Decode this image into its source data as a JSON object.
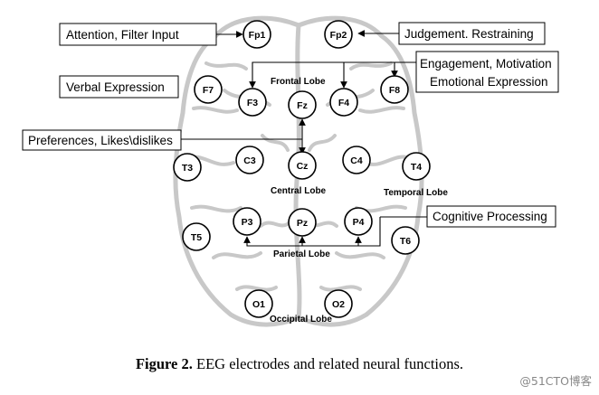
{
  "electrodes": [
    {
      "id": "Fp1"
    },
    {
      "id": "Fp2"
    },
    {
      "id": "F7"
    },
    {
      "id": "F3"
    },
    {
      "id": "Fz"
    },
    {
      "id": "F4"
    },
    {
      "id": "F8"
    },
    {
      "id": "T3"
    },
    {
      "id": "C3"
    },
    {
      "id": "Cz"
    },
    {
      "id": "C4"
    },
    {
      "id": "T4"
    },
    {
      "id": "T5"
    },
    {
      "id": "P3"
    },
    {
      "id": "Pz"
    },
    {
      "id": "P4"
    },
    {
      "id": "T6"
    },
    {
      "id": "O1"
    },
    {
      "id": "O2"
    }
  ],
  "lobes": {
    "frontal": "Frontal Lobe",
    "central": "Central Lobe",
    "temporal": "Temporal Lobe",
    "parietal": "Parietal Lobe",
    "occipital": "Occipital Lobe"
  },
  "functions": {
    "attention": "Attention, Filter Input",
    "judgement": "Judgement. Restraining",
    "engagement_line1": "Engagement, Motivation",
    "engagement_line2": "Emotional Expression",
    "verbal": "Verbal Expression",
    "preferences": "Preferences, Likes\\dislikes",
    "cognitive": "Cognitive Processing"
  },
  "caption": {
    "label": "Figure 2.",
    "text": " EEG electrodes and related neural functions."
  },
  "watermark": "@51CTO博客",
  "colors": {
    "brain_outline": "#c8c8c8",
    "electrode_fill": "#ffffff",
    "stroke": "#000000"
  }
}
